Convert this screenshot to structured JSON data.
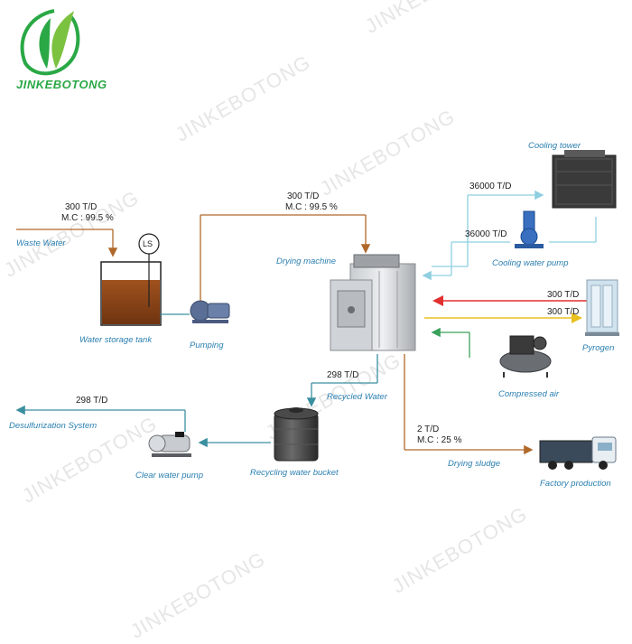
{
  "brand": {
    "name": "JINKEBOTONG",
    "watermark": "JINKEBOTONG"
  },
  "nodes": {
    "waste_water": "Waste Water",
    "water_storage_tank": "Water storage tank",
    "level_sensor": "LS",
    "pumping": "Pumping",
    "drying_machine": "Drying machine",
    "cooling_tower": "Cooling tower",
    "cooling_water_pump": "Cooling water pump",
    "pyrogen": "Pyrogen",
    "compressed_air": "Compressed air",
    "recycled_water": "Recycled Water",
    "recycling_water_bucket": "Recycling water bucket",
    "clear_water_pump": "Clear water pump",
    "desulfurization_system": "Desulfurization System",
    "drying_sludge": "Drying sludge",
    "factory_production": "Factory production"
  },
  "flows": {
    "inlet_rate": "300 T/D",
    "inlet_mc": "M.C : 99.5 %",
    "feed_rate": "300 T/D",
    "feed_mc": "M.C : 99.5 %",
    "cooling_supply": "36000 T/D",
    "cooling_return": "36000 T/D",
    "pyrogen_in": "300 T/D",
    "pyrogen_out": "300 T/D",
    "recycled_rate": "298 T/D",
    "desulf_rate": "298 T/D",
    "sludge_rate": "2 T/D",
    "sludge_mc": "M.C : 25 %"
  },
  "colors": {
    "brown_line": "#b0682a",
    "teal_line": "#3a8fa0",
    "cooling_line": "#8ecfe0",
    "red_line": "#e03030",
    "yellow_line": "#e8c020",
    "green_line": "#3aa05a",
    "label_blue": "#2a7fb0",
    "brand_green": "#2aa845"
  }
}
